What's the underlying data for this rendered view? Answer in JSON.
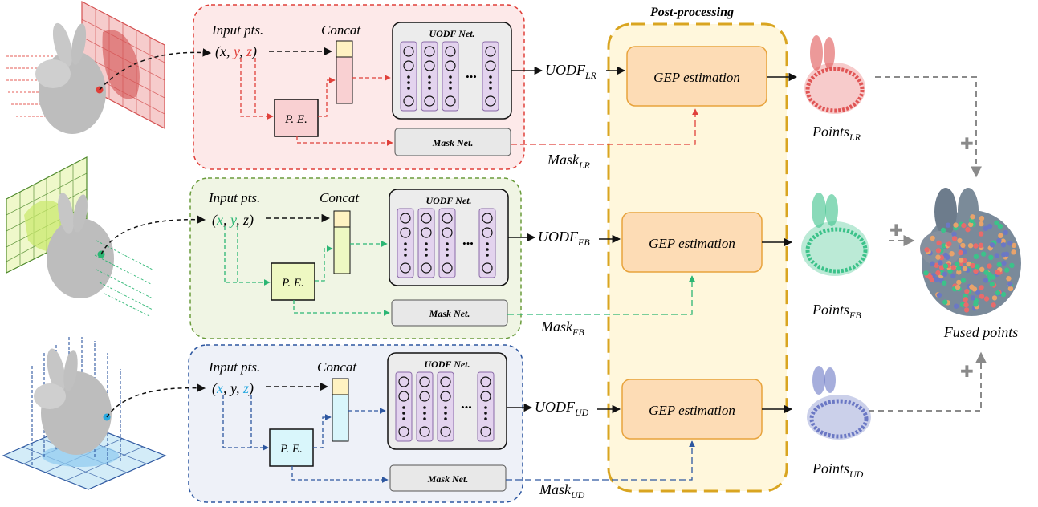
{
  "post_title": "Post-processing",
  "rows": [
    {
      "id": "lr",
      "input_label": "Input pts.",
      "coord_open": "(",
      "coord_x": "x",
      "coord_sep1": ", ",
      "coord_y": "y",
      "coord_sep2": ", ",
      "coord_z": "z",
      "coord_close": ")",
      "concat_label": "Concat",
      "pe_label": "P. E.",
      "net_label": "UODF Net.",
      "dots": "•••",
      "mask_net_label": "Mask Net.",
      "out_main": "UODF",
      "out_sub": "LR",
      "mask_main": "Mask",
      "mask_sub": "LR",
      "gep_label": "GEP estimation",
      "pts_main": "Points",
      "pts_sub": "LR",
      "color": "#e0403a",
      "bg": "#fde9e9"
    },
    {
      "id": "fb",
      "input_label": "Input pts.",
      "coord_open": "(",
      "coord_x": "x",
      "coord_sep1": ", ",
      "coord_y": "y",
      "coord_sep2": ", ",
      "coord_z": "z",
      "coord_close": ")",
      "concat_label": "Concat",
      "pe_label": "P. E.",
      "net_label": "UODF Net.",
      "dots": "•••",
      "mask_net_label": "Mask Net.",
      "out_main": "UODF",
      "out_sub": "FB",
      "mask_main": "Mask",
      "mask_sub": "FB",
      "gep_label": "GEP estimation",
      "pts_main": "Points",
      "pts_sub": "FB",
      "color": "#2bb673",
      "bg": "#f0f5e4"
    },
    {
      "id": "ud",
      "input_label": "Input pts.",
      "coord_open": "(",
      "coord_x": "x",
      "coord_sep1": ", ",
      "coord_y": "y",
      "coord_sep2": ", ",
      "coord_z": "z",
      "coord_close": ")",
      "concat_label": "Concat",
      "pe_label": "P. E.",
      "net_label": "UODF Net.",
      "dots": "•••",
      "mask_net_label": "Mask Net.",
      "out_main": "UODF",
      "out_sub": "UD",
      "mask_main": "Mask",
      "mask_sub": "UD",
      "gep_label": "GEP estimation",
      "pts_main": "Points",
      "pts_sub": "UD",
      "color": "#2d57a0",
      "bg": "#eef1f8"
    }
  ],
  "fused_label": "Fused points",
  "plus_symbol": "✚",
  "colors": {
    "red": "#e0403a",
    "green": "#2bb673",
    "blue": "#2d57a0",
    "cyan": "#29a9e0",
    "orange_fill": "#fddcb5",
    "orange_border": "#e8a33c",
    "post_fill": "#fff7dc",
    "post_border": "#d9a521",
    "gray_arrow": "#8a8a8a"
  }
}
